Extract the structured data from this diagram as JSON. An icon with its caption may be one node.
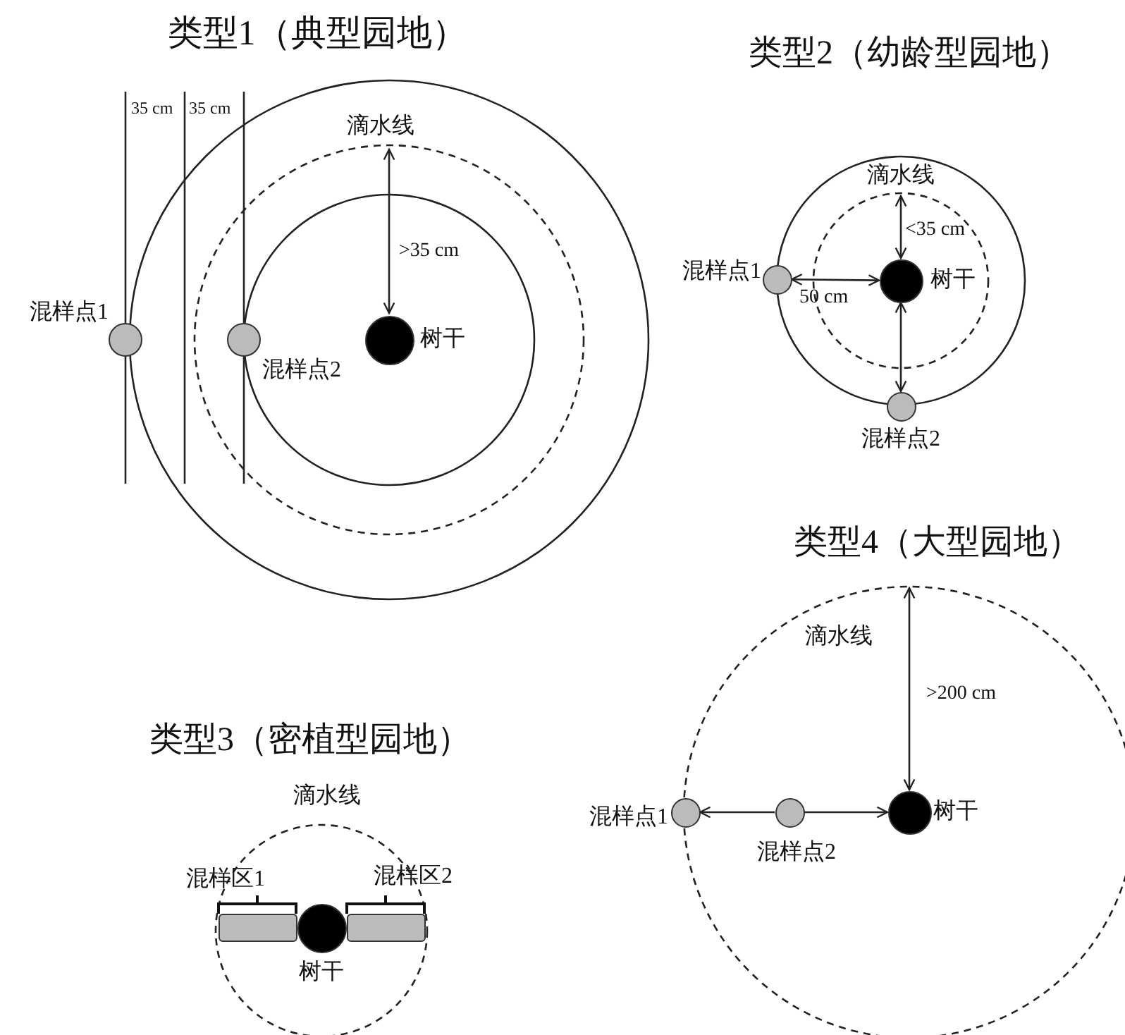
{
  "diagram": {
    "nodes": [
      {
        "text": [],
        "shape": "circle",
        "beside": [
          "混样点1"
        ]
      },
      {
        "text": [],
        "shape": "circle",
        "beside": [
          "混样点2"
        ]
      },
      {
        "text": [],
        "shape": "circle",
        "beside": [
          "树干"
        ]
      },
      {
        "text": [],
        "shape": "circle",
        "beside": [
          "混样点1"
        ]
      },
      {
        "text": [],
        "shape": "circle",
        "beside": [
          "树干"
        ]
      },
      {
        "text": [],
        "shape": "circle",
        "beside": [
          "混样点2"
        ]
      },
      {
        "text": [],
        "shape": "bar",
        "beside": [
          "混样区1"
        ]
      },
      {
        "text": [],
        "shape": "circle",
        "beside": [
          "树干"
        ]
      },
      {
        "text": [],
        "shape": "bar",
        "beside": [
          "混样区2"
        ]
      },
      {
        "text": [],
        "shape": "circle",
        "beside": [
          "混样点1"
        ]
      },
      {
        "text": [],
        "shape": "circle",
        "beside": [
          "混样点2"
        ]
      },
      {
        "text": [],
        "shape": "circle",
        "beside": [
          "树干"
        ]
      }
    ],
    "edges": [
      {
        "from": 3,
        "to": 4,
        "arrow": "both"
      },
      {
        "from": 4,
        "to": 5,
        "arrow": "both"
      },
      {
        "from": 10,
        "to": 9,
        "arrow": "to"
      },
      {
        "from": 10,
        "to": 11,
        "arrow": "to"
      }
    ],
    "labels": [
      "类型1（典型园地）",
      "35 cm",
      "35 cm",
      "滴水线",
      ">35 cm",
      "类型2（幼龄型园地）",
      "滴水线",
      "<35 cm",
      "50 cm",
      "类型4（大型园地）",
      "滴水线",
      ">200 cm",
      "类型3（密植型园地）",
      "滴水线"
    ]
  }
}
